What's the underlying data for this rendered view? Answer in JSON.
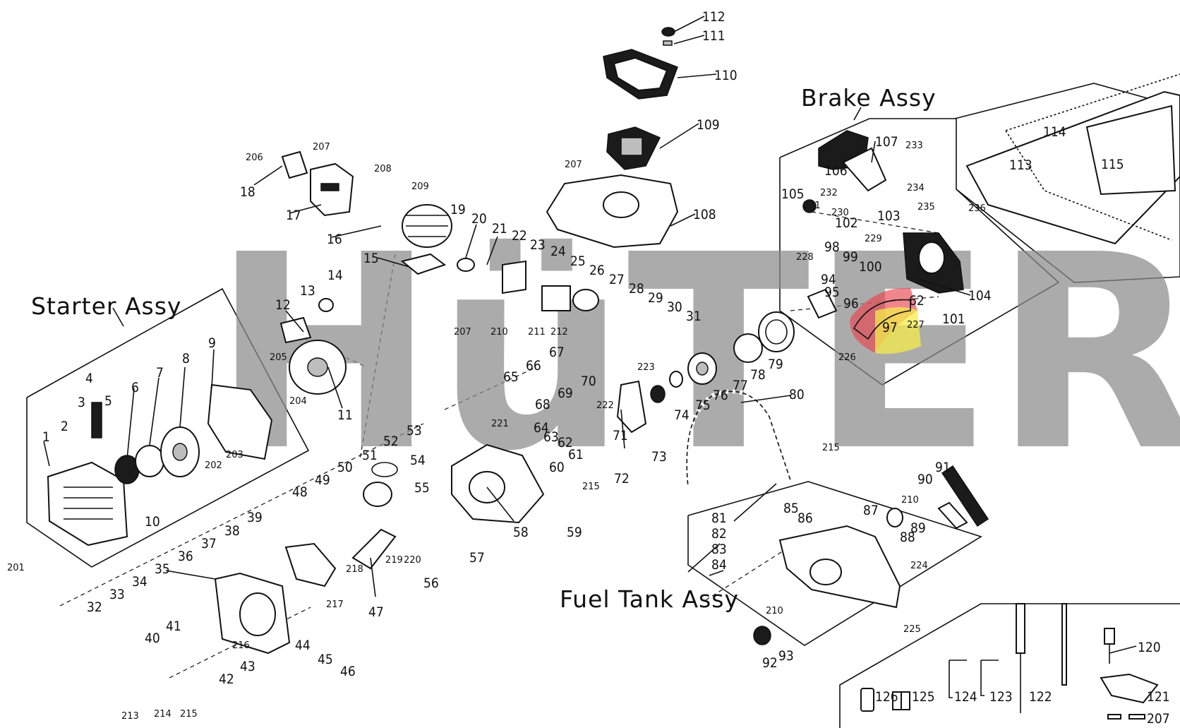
{
  "watermark": "HüTER",
  "assemblies": {
    "starter": "Starter Assy",
    "brake": "Brake Assy",
    "fuel_tank": "Fuel Tank Assy"
  },
  "part_labels": {
    "p112": "112",
    "p111": "111",
    "p110": "110",
    "p109": "109",
    "p108": "108",
    "p207a": "207",
    "p206": "206",
    "p18": "18",
    "p17": "17",
    "p16": "16",
    "p208": "208",
    "p209": "209",
    "p19": "19",
    "p20": "20",
    "p21": "21",
    "p22": "22",
    "p23": "23",
    "p15": "15",
    "p14": "14",
    "p13": "13",
    "p12": "12",
    "p205": "205",
    "p204": "204",
    "p11": "11",
    "p24": "24",
    "p25": "25",
    "p26": "26",
    "p27": "27",
    "p28": "28",
    "p29": "29",
    "p30": "30",
    "p31": "31",
    "p211": "211",
    "p212": "212",
    "p210a": "210",
    "p207b": "207",
    "p207c": "207",
    "p9": "9",
    "p8": "8",
    "p7": "7",
    "p6": "6",
    "p5": "5",
    "p4": "4",
    "p3": "3",
    "p2": "2",
    "p1": "1",
    "p10": "10",
    "p202": "202",
    "p203": "203",
    "p201": "201",
    "p65": "65",
    "p66": "66",
    "p67": "67",
    "p68": "68",
    "p69": "69",
    "p70": "70",
    "p64": "64",
    "p63": "63",
    "p62a": "62",
    "p61": "61",
    "p221": "221",
    "p222": "222",
    "p71": "71",
    "p72": "72",
    "p223": "223",
    "p73": "73",
    "p74": "74",
    "p75": "75",
    "p76": "76",
    "p77": "77",
    "p78": "78",
    "p79": "79",
    "p80": "80",
    "p215a": "215",
    "p60": "60",
    "p215b": "215",
    "p59": "59",
    "p52": "52",
    "p53": "53",
    "p54": "54",
    "p55": "55",
    "p51": "51",
    "p50": "50",
    "p49": "49",
    "p48": "48",
    "p58": "58",
    "p57": "57",
    "p56": "56",
    "p219": "219",
    "p220": "220",
    "p47": "47",
    "p218": "218",
    "p39": "39",
    "p38": "38",
    "p37": "37",
    "p36": "36",
    "p35": "35",
    "p34": "34",
    "p33": "33",
    "p32": "32",
    "p217": "217",
    "p44": "44",
    "p45": "45",
    "p46": "46",
    "p216": "216",
    "p40": "40",
    "p41": "41",
    "p43": "43",
    "p42": "42",
    "p213": "213",
    "p214": "214",
    "p215c": "215",
    "p107": "107",
    "p233": "233",
    "p106": "106",
    "p232": "232",
    "p230": "230",
    "p105": "105",
    "p231": "231",
    "p234": "234",
    "p235": "235",
    "p103": "103",
    "p102": "102",
    "p229": "229",
    "p104": "104",
    "p228": "228",
    "p98": "98",
    "p99": "99",
    "p100": "100",
    "p94": "94",
    "p95": "95",
    "p96": "96",
    "p62b": "62",
    "p101": "101",
    "p97": "97",
    "p227": "227",
    "p226": "226",
    "p114": "114",
    "p115": "115",
    "p113": "113",
    "p236": "236",
    "p81": "81",
    "p82": "82",
    "p83": "83",
    "p84": "84",
    "p85": "85",
    "p86": "86",
    "p87": "87",
    "p210b": "210",
    "p90": "90",
    "p91": "91",
    "p88": "88",
    "p89": "89",
    "p224": "224",
    "p210c": "210",
    "p92": "92",
    "p93": "93",
    "p225": "225",
    "p120": "120",
    "p121": "121",
    "p122": "122",
    "p123": "123",
    "p124": "124",
    "p125": "125",
    "p126": "126",
    "p207d": "207"
  },
  "colors": {
    "highlight_red": "#e8434f",
    "highlight_yellow": "#f4ec4a",
    "watermark_grey": "#8c8c8c"
  }
}
